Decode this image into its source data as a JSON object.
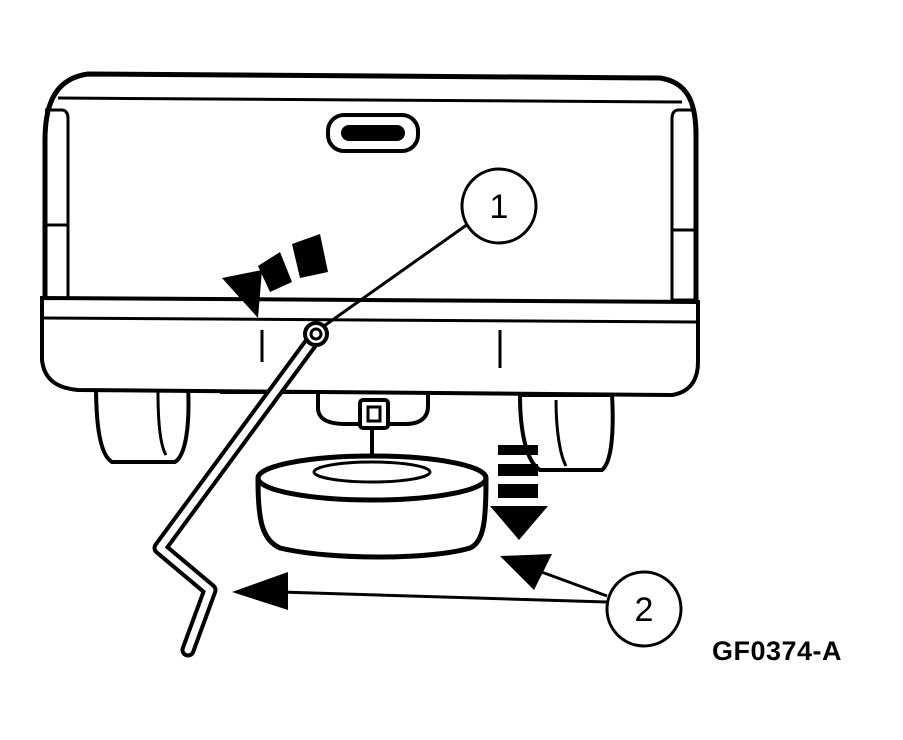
{
  "callouts": [
    {
      "id": "1",
      "label": "1"
    },
    {
      "id": "2",
      "label": "2"
    }
  ],
  "figure_id": "GF0374-A",
  "colors": {
    "ink": "#000000",
    "paper": "#ffffff"
  }
}
